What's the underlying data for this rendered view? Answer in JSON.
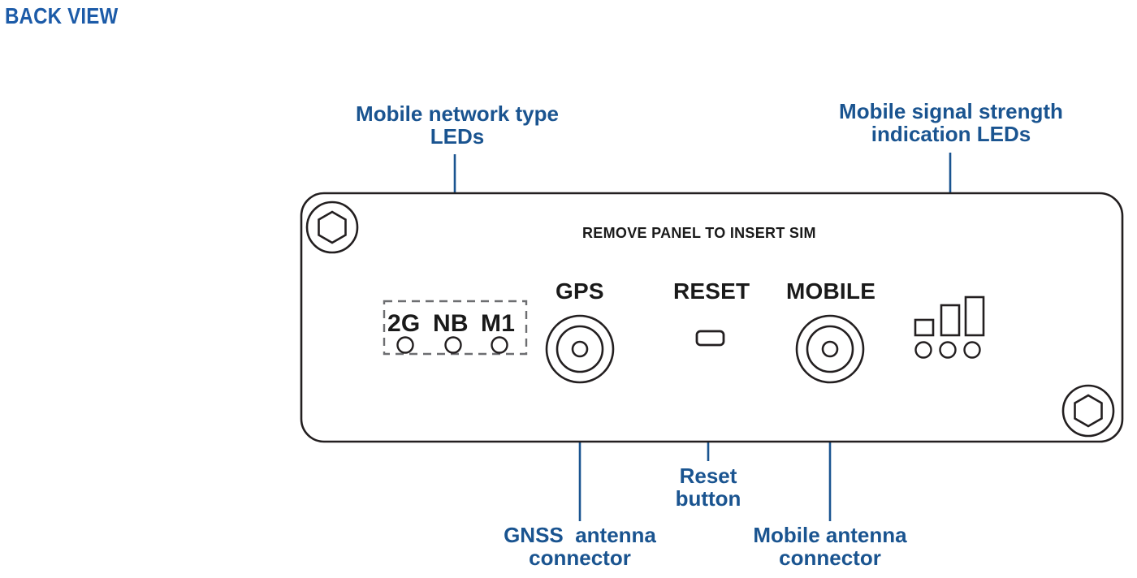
{
  "page": {
    "title": "BACK VIEW",
    "background": "#ffffff"
  },
  "colors": {
    "annotation_blue": "#1a5490",
    "title_blue": "#1c5ba8",
    "outline_black": "#231f20",
    "silkscreen_black": "#1a1a1a"
  },
  "device": {
    "panel_header_text": "REMOVE PANEL TO INSERT SIM",
    "screws": [
      {
        "name": "top-left-hex-screw"
      },
      {
        "name": "bottom-right-hex-screw"
      }
    ],
    "network_leds": {
      "labels": [
        "2G",
        "NB",
        "M1"
      ],
      "led_count": 3,
      "boxed": true,
      "box_style": "dashed"
    },
    "ports": [
      {
        "label": "GPS",
        "type": "sma-connector"
      },
      {
        "label": "RESET",
        "type": "recessed-button"
      },
      {
        "label": "MOBILE",
        "type": "sma-connector"
      }
    ],
    "signal_leds": {
      "bar_count": 3,
      "led_count": 3
    }
  },
  "callouts": [
    {
      "id": "mobile-network-type-leds",
      "text": "Mobile network type\nLEDs"
    },
    {
      "id": "mobile-signal-strength-leds",
      "text": "Mobile signal strength\nindication LEDs"
    },
    {
      "id": "gnss-antenna-connector",
      "text": "GNSS  antenna\nconnector"
    },
    {
      "id": "reset-button",
      "text": "Reset\nbutton"
    },
    {
      "id": "mobile-antenna-connector",
      "text": "Mobile antenna\nconnector"
    }
  ]
}
